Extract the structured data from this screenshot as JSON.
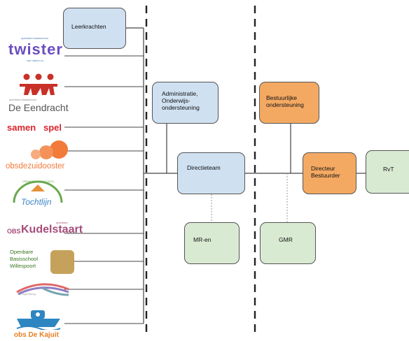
{
  "boxes": {
    "leerkrachten": "Leerkrachten",
    "administratie": "Administratie,\nOnderwijs-\nondersteuning",
    "directieteam": "Directieteam",
    "bestuurlijke": "Bestuurlijke\nondersteuning",
    "directeur": "Directeur\nBestuurder",
    "rvt": "RvT",
    "mr": "MR-en",
    "gmr": "GMR"
  },
  "logos": {
    "twister_top": "openbare basisschool",
    "twister": "twister",
    "twister_bottom": "van nature nu",
    "eendracht_top": "openbare basisschool",
    "eendracht": "De Eendracht",
    "samenspel": "samen",
    "samenspel2": "spel",
    "dezuidooster": "obsdezuidooster",
    "tochtlijn_ring": "OPENBARE BASISSCHOOL",
    "tochtlijn": "Tochtlijn",
    "kudelstaart_obs": "OBS",
    "kudelstaart": "Kudelstaart",
    "kudelstaart_small": "openbare",
    "willespoort1": "Openbare",
    "willespoort2": "Basisschool",
    "willespoort3": "Willespoort",
    "regenboog": "de regenboog",
    "kajuit": "obs De Kajuit"
  },
  "colors": {
    "blue_box": "#cfe0f1",
    "orange_box": "#f4a963",
    "green_box": "#d9ead3",
    "line": "#444444"
  }
}
